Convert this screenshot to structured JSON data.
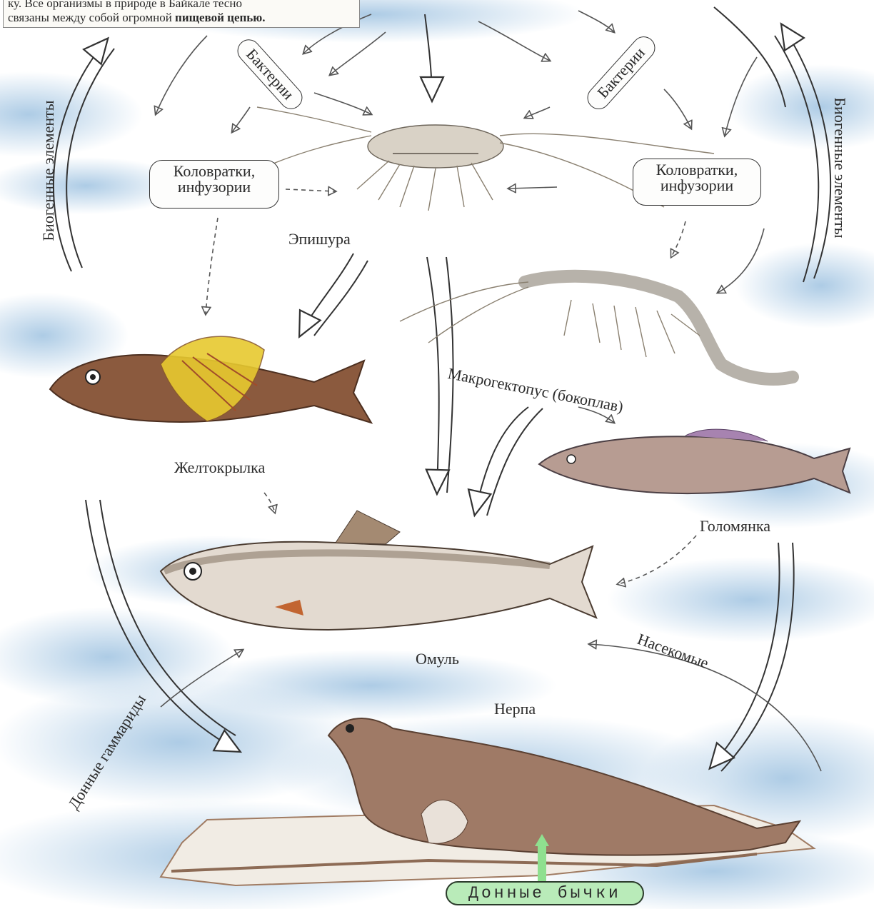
{
  "caption": {
    "line1": "ку. Все организмы в природе в Байкале тесно",
    "line2_pre": "связаны между собой огромной ",
    "line2_bold": "пищевой цепью."
  },
  "labels": {
    "bacteria_left": "Бактерии",
    "bacteria_right": "Бактерии",
    "rotifers_left": "Коловратки,\nинфузории",
    "rotifers_right": "Коловратки,\nинфузории",
    "epishura": "Эпишура",
    "macrohectopus": "Макрогектопус (бокоплав)",
    "zheltokrylka": "Желтокрылка",
    "golomyanka": "Голомянка",
    "omul": "Омуль",
    "nerpa": "Нерпа",
    "insects": "Насекомые",
    "biogenic_left": "Биогенные элементы",
    "biogenic_right": "Биогенные элементы",
    "bottom_gammarids": "Донные гаммариды",
    "bottom_gobies": "Донные бычки"
  },
  "colors": {
    "sky": "#a9c9e4",
    "arrow": "#555555",
    "green_pill": "#b9ebb9",
    "green_arrow": "#8fe08f",
    "fish_yellow": "#e7c92f",
    "seal": "#9f7a66"
  }
}
